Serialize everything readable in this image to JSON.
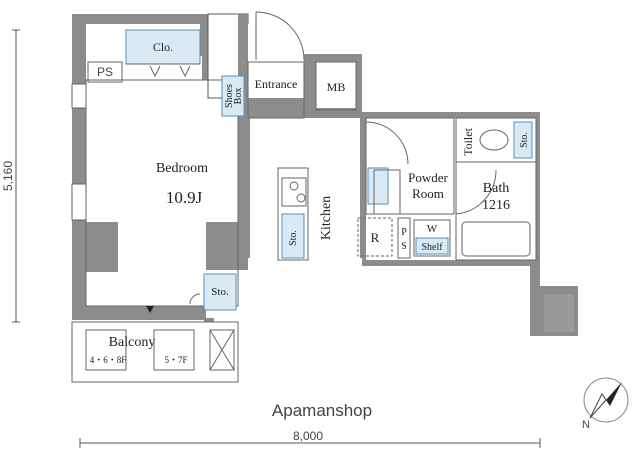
{
  "dimensions": {
    "height": "5,160",
    "width": "8,000"
  },
  "rooms": {
    "closet": "Clo.",
    "ps_left": "PS",
    "shoes_box_line1": "Shoes",
    "shoes_box_line2": "Box",
    "entrance": "Entrance",
    "mb": "MB",
    "bedroom": "Bedroom",
    "bedroom_size": "10.9J",
    "kitchen": "Kitchen",
    "storage_kitchen": "Sto.",
    "refrigerator": "R",
    "ps_small_p": "P",
    "ps_small_s": "S",
    "washer": "W",
    "shelf": "Shelf",
    "powder_room_line1": "Powder",
    "powder_room_line2": "Room",
    "toilet": "Toilet",
    "storage_toilet": "Sto.",
    "bath": "Bath",
    "bath_size": "1216",
    "storage_balcony": "Sto.",
    "balcony": "Balcony",
    "balcony_note_left": "4・6・8F",
    "balcony_note_right": "5・7F"
  },
  "brand": "Apamanshop",
  "compass": {
    "label": "N"
  }
}
